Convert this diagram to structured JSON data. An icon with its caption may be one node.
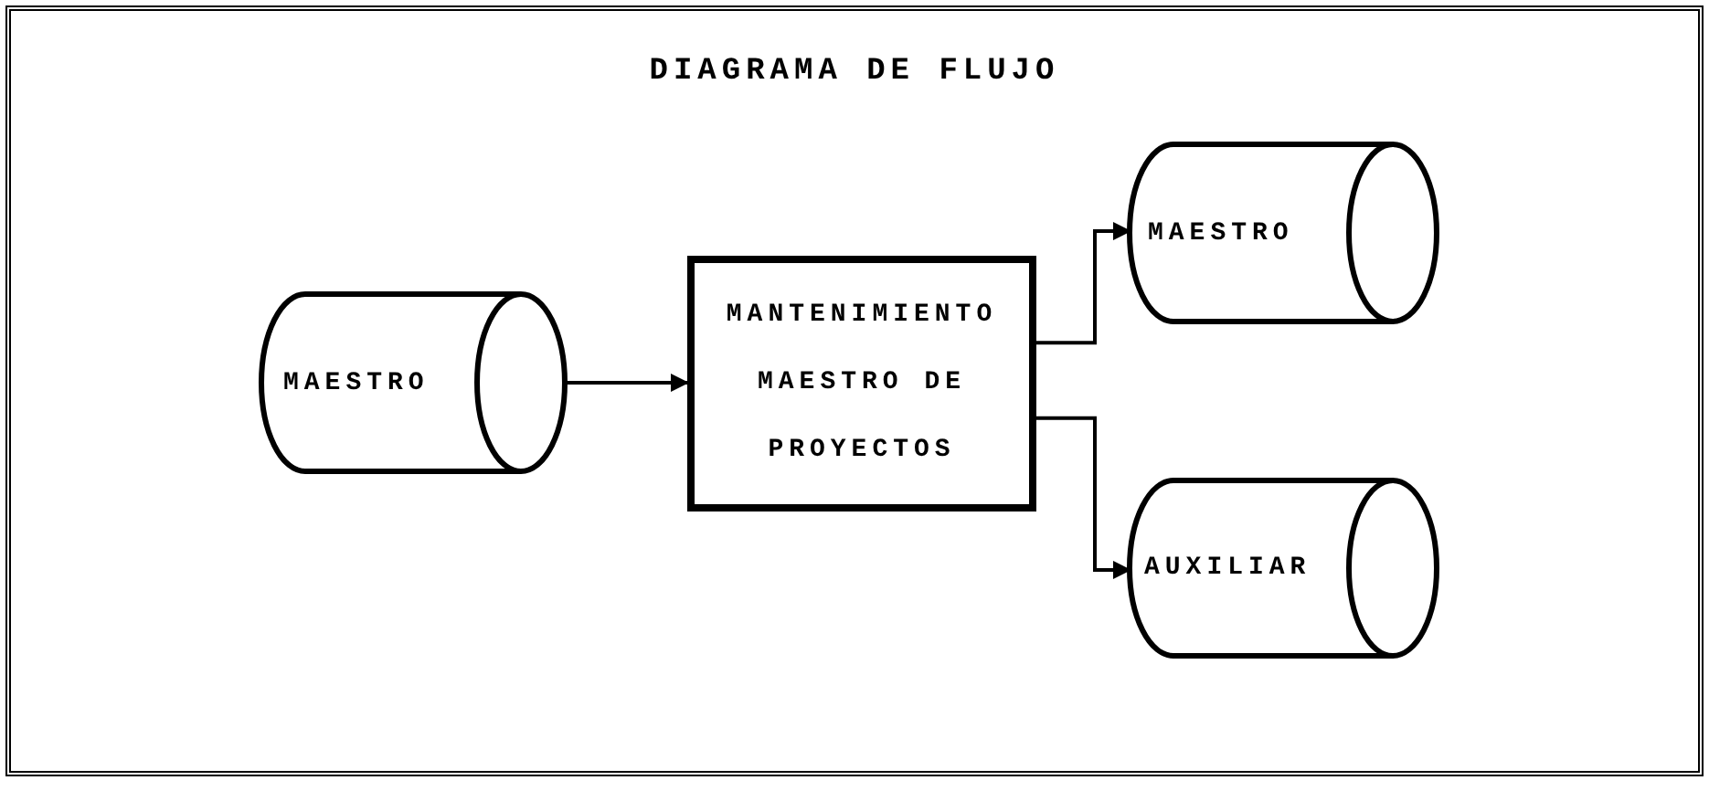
{
  "diagram": {
    "title": "DIAGRAMA DE FLUJO",
    "nodes": [
      {
        "text": [
          "MAESTRO"
        ]
      },
      {
        "text": [
          "MANTENIMIENTO MAESTRO DE PROYECTOS"
        ]
      },
      {
        "text": [
          "MAESTRO"
        ]
      },
      {
        "text": [
          "AUXILIAR"
        ]
      }
    ],
    "edges": [
      {
        "from": 0,
        "to": 1,
        "arrow": "to"
      },
      {
        "from": 1,
        "to": 2,
        "arrow": "to"
      },
      {
        "from": 1,
        "to": 3,
        "arrow": "to"
      }
    ]
  }
}
